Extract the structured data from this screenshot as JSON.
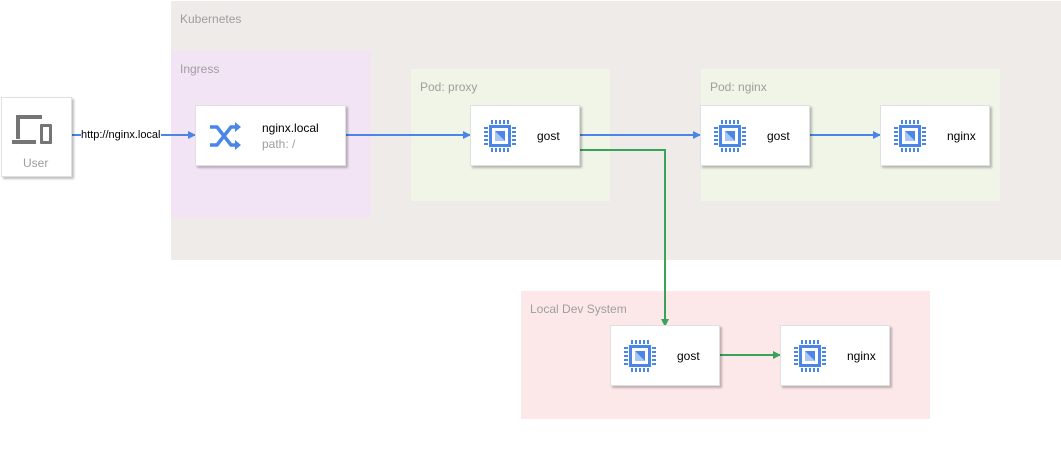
{
  "groups": {
    "kubernetes": "Kubernetes",
    "ingress": "Ingress",
    "pod_proxy": "Pod: proxy",
    "pod_nginx": "Pod: nginx",
    "local_dev": "Local Dev System"
  },
  "nodes": {
    "user": "User",
    "ingress_title": "nginx.local",
    "ingress_path": "path: /",
    "proxy_gost": "gost",
    "nginx_gost": "gost",
    "nginx_nginx": "nginx",
    "local_gost": "gost",
    "local_nginx": "nginx"
  },
  "edges": {
    "user_to_ingress": "http://nginx.local"
  },
  "colors": {
    "kubernetes_bg": "#eeebe8",
    "ingress_bg": "#f2e4f4",
    "pod_bg": "#f0f5e8",
    "local_bg": "#fde8e9",
    "blue_line": "#4a86e8",
    "green_line": "#3aa35b",
    "chip_blue": "#4a86e8",
    "user_icon": "#757575"
  },
  "icons": {
    "user": "devices-icon",
    "ingress": "shuffle-icon",
    "compute": "chip-icon"
  }
}
